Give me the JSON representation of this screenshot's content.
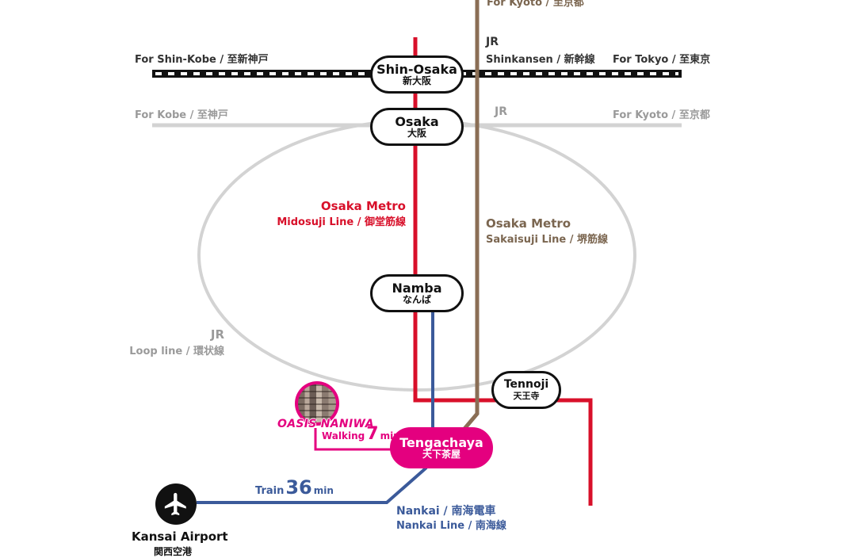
{
  "lines": {
    "shinkansen": {
      "left_label": "For Shin-Kobe / 至新神戸",
      "name": "JR",
      "sub": "Shinkansen / 新幹線",
      "right_label": "For Tokyo / 至東京"
    },
    "jr_kobe_kyoto": {
      "left_label": "For Kobe / 至神戸",
      "name": "JR",
      "right_label": "For Kyoto / 至京都"
    },
    "sakaisuji_top_label": "For Kyoto / 至京都",
    "midosuji": {
      "name": "Osaka Metro",
      "sub": "Midosuji Line / 御堂筋線"
    },
    "sakaisuji": {
      "name": "Osaka Metro",
      "sub": "Sakaisuji Line / 堺筋線"
    },
    "loop": {
      "name": "JR",
      "sub": "Loop line / 環状線"
    },
    "nankai": {
      "name": "Nankai / 南海電車",
      "sub": "Nankai Line / 南海線"
    }
  },
  "stations": {
    "shin_osaka": {
      "en": "Shin-Osaka",
      "jp": "新大阪"
    },
    "osaka": {
      "en": "Osaka",
      "jp": "大阪"
    },
    "namba": {
      "en": "Namba",
      "jp": "なんば"
    },
    "tennoji": {
      "en": "Tennoji",
      "jp": "天王寺"
    },
    "tengachaya": {
      "en": "Tengachaya",
      "jp": "天下茶屋"
    }
  },
  "hotel": {
    "name": "OASIS NANIWA",
    "walk_label": "Walking",
    "walk_minutes": "7",
    "walk_unit": "min"
  },
  "train": {
    "label": "Train",
    "minutes": "36",
    "unit": "min"
  },
  "airport": {
    "en": "Kansai Airport",
    "jp": "関西空港",
    "icon": "airplane-icon"
  },
  "colors": {
    "midosuji": "#d8102a",
    "sakaisuji": "#8a6e55",
    "nankai": "#3b5a9a",
    "jr": "#cfcfcf",
    "hotel": "#e4007f"
  }
}
